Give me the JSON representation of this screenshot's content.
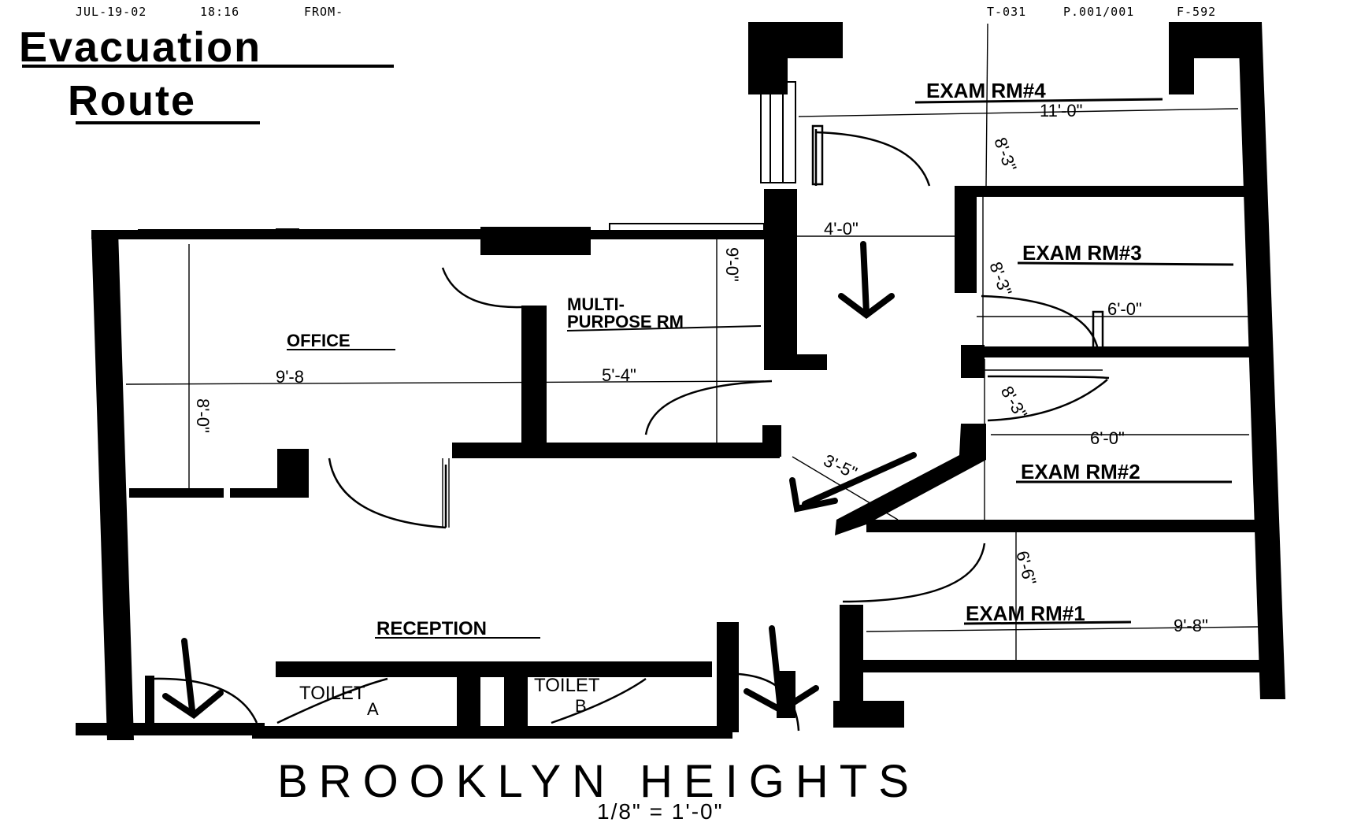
{
  "fax_header": {
    "date": "JUL-19-02",
    "time": "18:16",
    "from": "FROM-",
    "t_code": "T-031",
    "page": "P.001/001",
    "f_code": "F-592"
  },
  "title": {
    "line1": "Evacuation",
    "line2": "Route"
  },
  "rooms": {
    "exam4": "EXAM RM#4",
    "exam3": "EXAM RM#3",
    "exam2": "EXAM RM#2",
    "exam1": "EXAM RM#1",
    "office": "OFFICE",
    "multi1": "MULTI-",
    "multi2": "PURPOSE RM",
    "reception": "RECEPTION",
    "toilet_a1": "TOILET",
    "toilet_a2": "A",
    "toilet_b1": "TOILET",
    "toilet_b2": "B"
  },
  "dimensions": {
    "exam4_w": "11'-0\"",
    "exam4_d": "8'-3\"",
    "hall_w": "4'-0\"",
    "exam3_d": "8'-3\"",
    "exam3_w": "6'-0\"",
    "exam2_d": "8'-3\"",
    "exam2_w": "6'-0\"",
    "exam1_d": "6'-6\"",
    "exam1_w": "9'-8\"",
    "office_w": "9'-8",
    "office_d": "8'-0\"",
    "multi_w": "5'-4\"",
    "multi_d": "9'-0\"",
    "corridor": "3'-5\""
  },
  "footer": {
    "location": "BROOKLYN HEIGHTS",
    "scale": "1/8\" = 1'-0\""
  },
  "colors": {
    "ink": "#000000",
    "paper": "#ffffff"
  }
}
